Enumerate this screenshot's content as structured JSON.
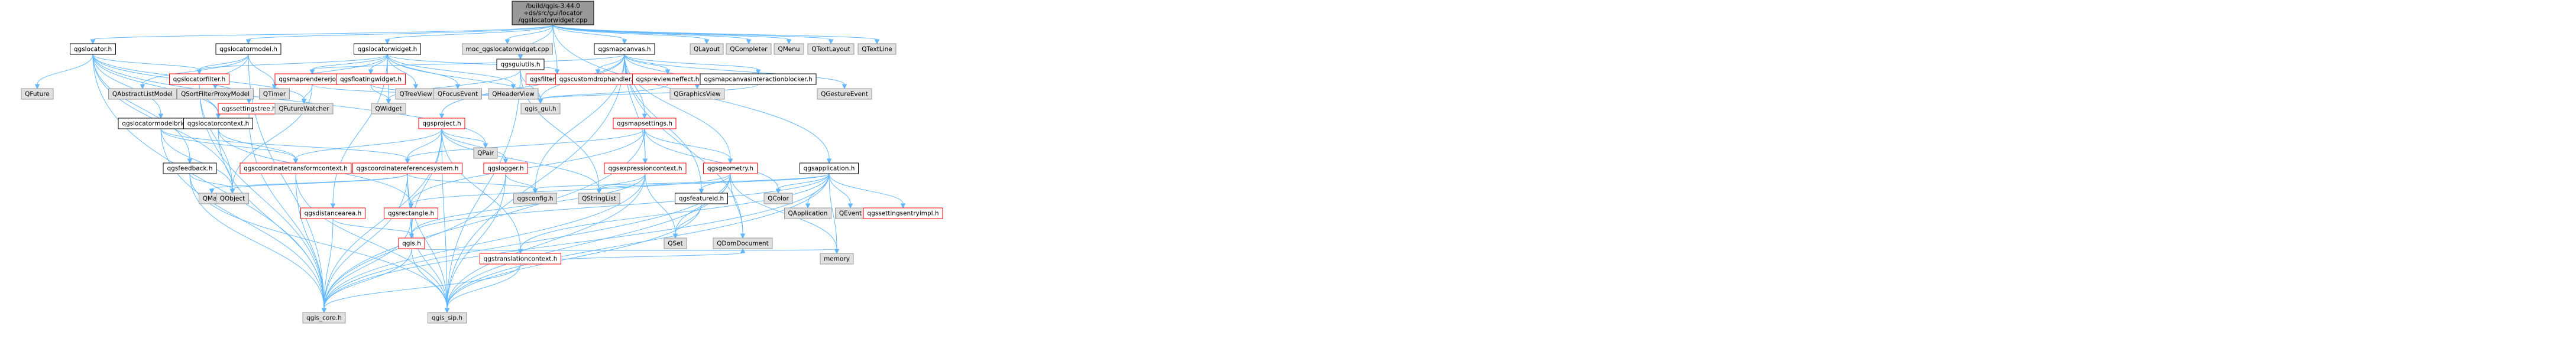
{
  "diagram": {
    "title_lines": [
      "/build/qgis-3.44.0",
      "+ds/src/gui/locator",
      "/qgslocatorwidget.cpp"
    ],
    "colors": {
      "root_fill": "#999999",
      "gray_fill": "#e0e0e0",
      "gray_stroke": "#999999",
      "red_stroke": "#ff0000",
      "red_text": "#ff0000",
      "normal_fill": "#ffffff",
      "text": "#000000",
      "edge": "#63b8ff"
    },
    "nodes": [
      {
        "id": "root",
        "label": "/build/qgis-3.44.0\n+ds/src/gui/locator\n/qgslocatorwidget.cpp",
        "style": "root"
      },
      {
        "id": "qgslocator.h",
        "label": "qgslocator.h",
        "style": "normal"
      },
      {
        "id": "qgslocatormodel.h",
        "label": "qgslocatormodel.h",
        "style": "normal"
      },
      {
        "id": "qgslocatorwidget.h",
        "label": "qgslocatorwidget.h",
        "style": "normal"
      },
      {
        "id": "moc_qgslocatorwidget.cpp",
        "label": "moc_qgslocatorwidget.cpp",
        "style": "gray"
      },
      {
        "id": "qgsmapcanvas.h",
        "label": "qgsmapcanvas.h",
        "style": "normal"
      },
      {
        "id": "QLayout",
        "label": "QLayout",
        "style": "gray"
      },
      {
        "id": "QCompleter",
        "label": "QCompleter",
        "style": "gray"
      },
      {
        "id": "QMenu",
        "label": "QMenu",
        "style": "gray"
      },
      {
        "id": "QTextLayout",
        "label": "QTextLayout",
        "style": "gray"
      },
      {
        "id": "QTextLine",
        "label": "QTextLine",
        "style": "gray"
      },
      {
        "id": "QFuture",
        "label": "QFuture",
        "style": "gray"
      },
      {
        "id": "QAbstractListModel",
        "label": "QAbstractListModel",
        "style": "gray"
      },
      {
        "id": "QSortFilterProxyModel",
        "label": "QSortFilterProxyModel",
        "style": "gray"
      },
      {
        "id": "qgslocatorfilter.h",
        "label": "qgslocatorfilter.h",
        "style": "red"
      },
      {
        "id": "QTimer",
        "label": "QTimer",
        "style": "gray"
      },
      {
        "id": "qgsmaprendererjob.h",
        "label": "qgsmaprendererjob.h",
        "style": "red"
      },
      {
        "id": "qgsfloatingwidget.h",
        "label": "qgsfloatingwidget.h",
        "style": "red"
      },
      {
        "id": "QTreeView",
        "label": "QTreeView",
        "style": "gray"
      },
      {
        "id": "QFocusEvent",
        "label": "QFocusEvent",
        "style": "gray"
      },
      {
        "id": "QHeaderView",
        "label": "QHeaderView",
        "style": "gray"
      },
      {
        "id": "qgsfilterlineedit.h",
        "label": "qgsfilterlineedit.h",
        "style": "red"
      },
      {
        "id": "qgsguiutils.h",
        "label": "qgsguiutils.h",
        "style": "normal"
      },
      {
        "id": "qgscustomdrophandler.h",
        "label": "qgscustomdrophandler.h",
        "style": "red"
      },
      {
        "id": "qgspreviewneffect.h",
        "label": "qgspreviewneffect.h",
        "style": "red"
      },
      {
        "id": "QGraphicsView",
        "label": "QGraphicsView",
        "style": "gray"
      },
      {
        "id": "qgsmapcanvasinteractionblocker.h",
        "label": "qgsmapcanvasinteractionblocker.h",
        "style": "normal"
      },
      {
        "id": "QGestureEvent",
        "label": "QGestureEvent",
        "style": "gray"
      },
      {
        "id": "qgslocatormodelbridge.h",
        "label": "qgslocatormodelbridge.h",
        "style": "normal"
      },
      {
        "id": "qgslocatorcontext.h",
        "label": "qgslocatorcontext.h",
        "style": "normal"
      },
      {
        "id": "qgssettingstree.h",
        "label": "qgssettingstree.h",
        "style": "red"
      },
      {
        "id": "QFutureWatcher",
        "label": "QFutureWatcher",
        "style": "gray"
      },
      {
        "id": "QWidget",
        "label": "QWidget",
        "style": "gray"
      },
      {
        "id": "qgsproject.h",
        "label": "qgsproject.h",
        "style": "red"
      },
      {
        "id": "qgis_gui.h",
        "label": "qgis_gui.h",
        "style": "gray"
      },
      {
        "id": "qgsmapsettings.h",
        "label": "qgsmapsettings.h",
        "style": "red"
      },
      {
        "id": "qgsfeedback.h",
        "label": "qgsfeedback.h",
        "style": "normal"
      },
      {
        "id": "qgscoordinatetransformcontext.h",
        "label": "qgscoordinatetransformcontext.h",
        "style": "red"
      },
      {
        "id": "qgscoordinatereferencesystem.h",
        "label": "qgscoordinatereferencesystem.h",
        "style": "red"
      },
      {
        "id": "QPair",
        "label": "QPair",
        "style": "gray"
      },
      {
        "id": "qgslogger.h",
        "label": "qgslogger.h",
        "style": "red"
      },
      {
        "id": "qgsexpressioncontext.h",
        "label": "qgsexpressioncontext.h",
        "style": "red"
      },
      {
        "id": "qgsgeometry.h",
        "label": "qgsgeometry.h",
        "style": "red"
      },
      {
        "id": "qgsapplication.h",
        "label": "qgsapplication.h",
        "style": "normal"
      },
      {
        "id": "QMap",
        "label": "QMap",
        "style": "gray"
      },
      {
        "id": "QObject",
        "label": "QObject",
        "style": "gray"
      },
      {
        "id": "qgsdistancearea.h",
        "label": "qgsdistancearea.h",
        "style": "red"
      },
      {
        "id": "qgsconfig.h",
        "label": "qgsconfig.h",
        "style": "gray"
      },
      {
        "id": "qgsrectangle.h",
        "label": "qgsrectangle.h",
        "style": "red"
      },
      {
        "id": "QStringList",
        "label": "QStringList",
        "style": "gray"
      },
      {
        "id": "qgsfeatureid.h",
        "label": "qgsfeatureid.h",
        "style": "normal"
      },
      {
        "id": "QColor",
        "label": "QColor",
        "style": "gray"
      },
      {
        "id": "QApplication",
        "label": "QApplication",
        "style": "gray"
      },
      {
        "id": "QEvent",
        "label": "QEvent",
        "style": "gray"
      },
      {
        "id": "qgssettingsentryimpl.h",
        "label": "qgssettingsentryimpl.h",
        "style": "red"
      },
      {
        "id": "qgis.h",
        "label": "qgis.h",
        "style": "red"
      },
      {
        "id": "qgstranslationcontext.h",
        "label": "qgstranslationcontext.h",
        "style": "red"
      },
      {
        "id": "QSet",
        "label": "QSet",
        "style": "gray"
      },
      {
        "id": "QDomDocument",
        "label": "QDomDocument",
        "style": "gray"
      },
      {
        "id": "memory",
        "label": "memory",
        "style": "gray"
      },
      {
        "id": "qgis_core.h",
        "label": "qgis_core.h",
        "style": "gray"
      },
      {
        "id": "qgis_sip.h",
        "label": "qgis_sip.h",
        "style": "gray"
      }
    ],
    "edges": [
      [
        "root",
        "qgslocator.h"
      ],
      [
        "root",
        "qgslocatormodel.h"
      ],
      [
        "root",
        "qgslocatorwidget.h"
      ],
      [
        "root",
        "moc_qgslocatorwidget.cpp"
      ],
      [
        "root",
        "qgsmapcanvas.h"
      ],
      [
        "root",
        "QLayout"
      ],
      [
        "root",
        "QCompleter"
      ],
      [
        "root",
        "QMenu"
      ],
      [
        "root",
        "QTextLayout"
      ],
      [
        "root",
        "QTextLine"
      ],
      [
        "root",
        "qgsfilterlineedit.h"
      ],
      [
        "root",
        "qgsguiutils.h"
      ],
      [
        "root",
        "qgsapplication.h"
      ],
      [
        "qgslocator.h",
        "QFuture"
      ],
      [
        "qgslocator.h",
        "qgslocatorfilter.h"
      ],
      [
        "qgslocator.h",
        "qgslocatorcontext.h"
      ],
      [
        "qgslocator.h",
        "qgssettingstree.h"
      ],
      [
        "qgslocator.h",
        "qgslocatormodelbridge.h"
      ],
      [
        "qgslocator.h",
        "qgsfeedback.h"
      ],
      [
        "qgslocator.h",
        "QObject"
      ],
      [
        "qgslocator.h",
        "QPair"
      ],
      [
        "qgslocator.h",
        "qgis_core.h"
      ],
      [
        "qgslocator.h",
        "QFutureWatcher"
      ],
      [
        "qgslocatormodel.h",
        "QAbstractListModel"
      ],
      [
        "qgslocatormodel.h",
        "QSortFilterProxyModel"
      ],
      [
        "qgslocatormodel.h",
        "qgslocatorfilter.h"
      ],
      [
        "qgslocatormodel.h",
        "QTimer"
      ],
      [
        "qgslocatormodel.h",
        "qgis_core.h"
      ],
      [
        "qgslocatorwidget.h",
        "qgslocatorfilter.h"
      ],
      [
        "qgslocatorwidget.h",
        "QTimer"
      ],
      [
        "qgslocatorwidget.h",
        "qgsmaprendererjob.h"
      ],
      [
        "qgslocatorwidget.h",
        "qgsfloatingwidget.h"
      ],
      [
        "qgslocatorwidget.h",
        "QTreeView"
      ],
      [
        "qgslocatorwidget.h",
        "QFocusEvent"
      ],
      [
        "qgslocatorwidget.h",
        "QHeaderView"
      ],
      [
        "qgslocatorwidget.h",
        "qgsfilterlineedit.h"
      ],
      [
        "qgslocatorwidget.h",
        "qgis_gui.h"
      ],
      [
        "qgslocatorwidget.h",
        "qgsdistancearea.h"
      ],
      [
        "qgslocatorwidget.h",
        "QWidget"
      ],
      [
        "qgsmapcanvas.h",
        "qgsmaprendererjob.h"
      ],
      [
        "qgsmapcanvas.h",
        "qgscustomdrophandler.h"
      ],
      [
        "qgsmapcanvas.h",
        "qgspreviewneffect.h"
      ],
      [
        "qgsmapcanvas.h",
        "QGraphicsView"
      ],
      [
        "qgsmapcanvas.h",
        "qgsmapcanvasinteractionblocker.h"
      ],
      [
        "qgsmapcanvas.h",
        "QGestureEvent"
      ],
      [
        "qgsmapcanvas.h",
        "qgis_gui.h"
      ],
      [
        "qgsmapcanvas.h",
        "qgsmapsettings.h"
      ],
      [
        "qgsmapcanvas.h",
        "qgsproject.h"
      ],
      [
        "qgsmapcanvas.h",
        "qgsconfig.h"
      ],
      [
        "qgsmapcanvas.h",
        "qgsexpressioncontext.h"
      ],
      [
        "qgsmapcanvas.h",
        "qgsgeometry.h"
      ],
      [
        "qgsmapcanvas.h",
        "qgis_sip.h"
      ],
      [
        "qgsmapcanvas.h",
        "QDomDocument"
      ],
      [
        "qgsmapcanvas.h",
        "qgsfeatureid.h"
      ],
      [
        "qgsmaprendererjob.h",
        "QFutureWatcher"
      ],
      [
        "qgsmaprendererjob.h",
        "qgis_gui.h"
      ],
      [
        "qgsmaprendererjob.h",
        "QObject"
      ],
      [
        "qgsfloatingwidget.h",
        "QWidget"
      ],
      [
        "qgsfloatingwidget.h",
        "qgis_gui.h"
      ],
      [
        "qgsguiutils.h",
        "qgis_gui.h"
      ],
      [
        "qgsguiutils.h",
        "QWidget"
      ],
      [
        "qgsguiutils.h",
        "QStringList"
      ],
      [
        "qgsguiutils.h",
        "qgis_sip.h"
      ],
      [
        "qgspreviewneffect.h",
        "qgis_gui.h"
      ],
      [
        "qgsmapcanvasinteractionblocker.h",
        "qgis_gui.h"
      ],
      [
        "qgslocatorfilter.h",
        "qgslocatorcontext.h"
      ],
      [
        "qgslocatorfilter.h",
        "QObject"
      ],
      [
        "qgslocatorfilter.h",
        "qgis_core.h"
      ],
      [
        "qgslocatorcontext.h",
        "qgsrectangle.h"
      ],
      [
        "qgslocatorcontext.h",
        "qgscoordinatetransformcontext.h"
      ],
      [
        "qgslocatorcontext.h",
        "qgis_core.h"
      ],
      [
        "qgslocatormodelbridge.h",
        "QObject"
      ],
      [
        "qgslocatormodelbridge.h",
        "qgscoordinatereferencesystem.h"
      ],
      [
        "qgslocatormodelbridge.h",
        "qgscoordinatetransformcontext.h"
      ],
      [
        "qgslocatormodelbridge.h",
        "qgis_core.h"
      ],
      [
        "qgsfeedback.h",
        "QObject"
      ],
      [
        "qgsfeedback.h",
        "qgis_core.h"
      ],
      [
        "qgsfeedback.h",
        "qgis_sip.h"
      ],
      [
        "qgsproject.h",
        "QPair"
      ],
      [
        "qgsproject.h",
        "qgslogger.h"
      ],
      [
        "qgsproject.h",
        "qgscoordinatereferencesystem.h"
      ],
      [
        "qgsproject.h",
        "qgscoordinatetransformcontext.h"
      ],
      [
        "qgsproject.h",
        "qgis.h"
      ],
      [
        "qgsproject.h",
        "QStringList"
      ],
      [
        "qgsproject.h",
        "qgstranslationcontext.h"
      ],
      [
        "qgsproject.h",
        "qgis_core.h"
      ],
      [
        "qgsproject.h",
        "qgis_sip.h"
      ],
      [
        "qgsmapsettings.h",
        "qgscoordinatereferencesystem.h"
      ],
      [
        "qgsmapsettings.h",
        "qgsrectangle.h"
      ],
      [
        "qgsmapsettings.h",
        "QColor"
      ],
      [
        "qgsmapsettings.h",
        "qgsexpressioncontext.h"
      ],
      [
        "qgsmapsettings.h",
        "qgsgeometry.h"
      ],
      [
        "qgsmapsettings.h",
        "qgis_core.h"
      ],
      [
        "qgscoordinatetransformcontext.h",
        "qgis_core.h"
      ],
      [
        "qgscoordinatetransformcontext.h",
        "qgis_sip.h"
      ],
      [
        "qgscoordinatereferencesystem.h",
        "QMap"
      ],
      [
        "qgscoordinatereferencesystem.h",
        "qgsconfig.h"
      ],
      [
        "qgscoordinatereferencesystem.h",
        "qgis.h"
      ],
      [
        "qgscoordinatereferencesystem.h",
        "qgis_core.h"
      ],
      [
        "qgscoordinatereferencesystem.h",
        "QObject"
      ],
      [
        "qgscoordinatereferencesystem.h",
        "qgis_sip.h"
      ],
      [
        "qgslogger.h",
        "qgsconfig.h"
      ],
      [
        "qgslogger.h",
        "qgis_core.h"
      ],
      [
        "qgslogger.h",
        "qgis_sip.h"
      ],
      [
        "qgsexpressioncontext.h",
        "QStringList"
      ],
      [
        "qgsexpressioncontext.h",
        "QSet"
      ],
      [
        "qgsexpressioncontext.h",
        "qgis.h"
      ],
      [
        "qgsexpressioncontext.h",
        "qgis_core.h"
      ],
      [
        "qgsexpressioncontext.h",
        "qgis_sip.h"
      ],
      [
        "qgsgeometry.h",
        "QDomDocument"
      ],
      [
        "qgsgeometry.h",
        "QSet"
      ],
      [
        "qgsgeometry.h",
        "memory"
      ],
      [
        "qgsgeometry.h",
        "qgsfeatureid.h"
      ],
      [
        "qgsgeometry.h",
        "qgsrectangle.h"
      ],
      [
        "qgsgeometry.h",
        "qgis_core.h"
      ],
      [
        "qgsgeometry.h",
        "qgis_sip.h"
      ],
      [
        "qgsapplication.h",
        "QApplication"
      ],
      [
        "qgsapplication.h",
        "QEvent"
      ],
      [
        "qgsapplication.h",
        "qgssettingsentryimpl.h"
      ],
      [
        "qgsapplication.h",
        "QColor"
      ],
      [
        "qgsapplication.h",
        "QStringList"
      ],
      [
        "qgsapplication.h",
        "memory"
      ],
      [
        "qgsapplication.h",
        "qgsconfig.h"
      ],
      [
        "qgsapplication.h",
        "qgstranslationcontext.h"
      ],
      [
        "qgsapplication.h",
        "qgis_core.h"
      ],
      [
        "qgsapplication.h",
        "qgis_sip.h"
      ],
      [
        "qgsapplication.h",
        "qgis.h"
      ],
      [
        "qgsdistancearea.h",
        "qgis.h"
      ],
      [
        "qgsdistancearea.h",
        "qgis_core.h"
      ],
      [
        "qgsrectangle.h",
        "qgis.h"
      ],
      [
        "qgsrectangle.h",
        "qgis_core.h"
      ],
      [
        "qgsrectangle.h",
        "qgis_sip.h"
      ],
      [
        "qgsfeatureid.h",
        "QSet"
      ],
      [
        "qgsfeatureid.h",
        "qgis_sip.h"
      ],
      [
        "qgis.h",
        "qgis_core.h"
      ],
      [
        "qgis.h",
        "qgis_sip.h"
      ],
      [
        "qgis.h",
        "memory"
      ],
      [
        "qgstranslationcontext.h",
        "qgis_core.h"
      ],
      [
        "qgstranslationcontext.h",
        "qgis_sip.h"
      ],
      [
        "qgstranslationcontext.h",
        "QDomDocument"
      ],
      [
        "qgssettingstree.h",
        "qgis_core.h"
      ]
    ]
  }
}
